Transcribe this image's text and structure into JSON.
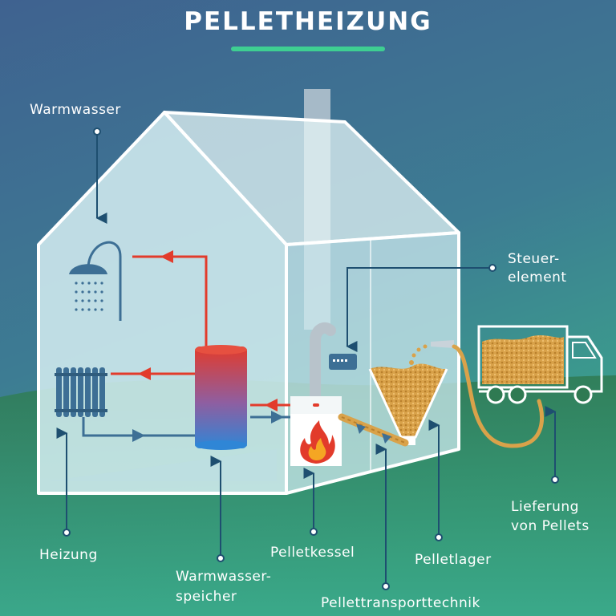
{
  "title": "PELLETHEIZUNG",
  "colors": {
    "background_top": "#3f6290",
    "background_bottom": "#3aa98a",
    "accent_line": "#3ecf92",
    "hot_pipe": "#e23b2b",
    "cold_pipe": "#3d6f95",
    "pellets": "#d9a24a",
    "leader": "#1e4f70"
  },
  "labels": {
    "warmwasser": "Warmwasser",
    "steuerelement_1": "Steuer-",
    "steuerelement_2": "element",
    "heizung": "Heizung",
    "warmwasserspeicher_1": "Warmwasser-",
    "warmwasserspeicher_2": "speicher",
    "pelletkessel": "Pelletkessel",
    "pelletlager": "Pelletlager",
    "pellettransporttechnik": "Pellettransporttechnik",
    "lieferung_1": "Lieferung",
    "lieferung_2": "von Pellets"
  }
}
